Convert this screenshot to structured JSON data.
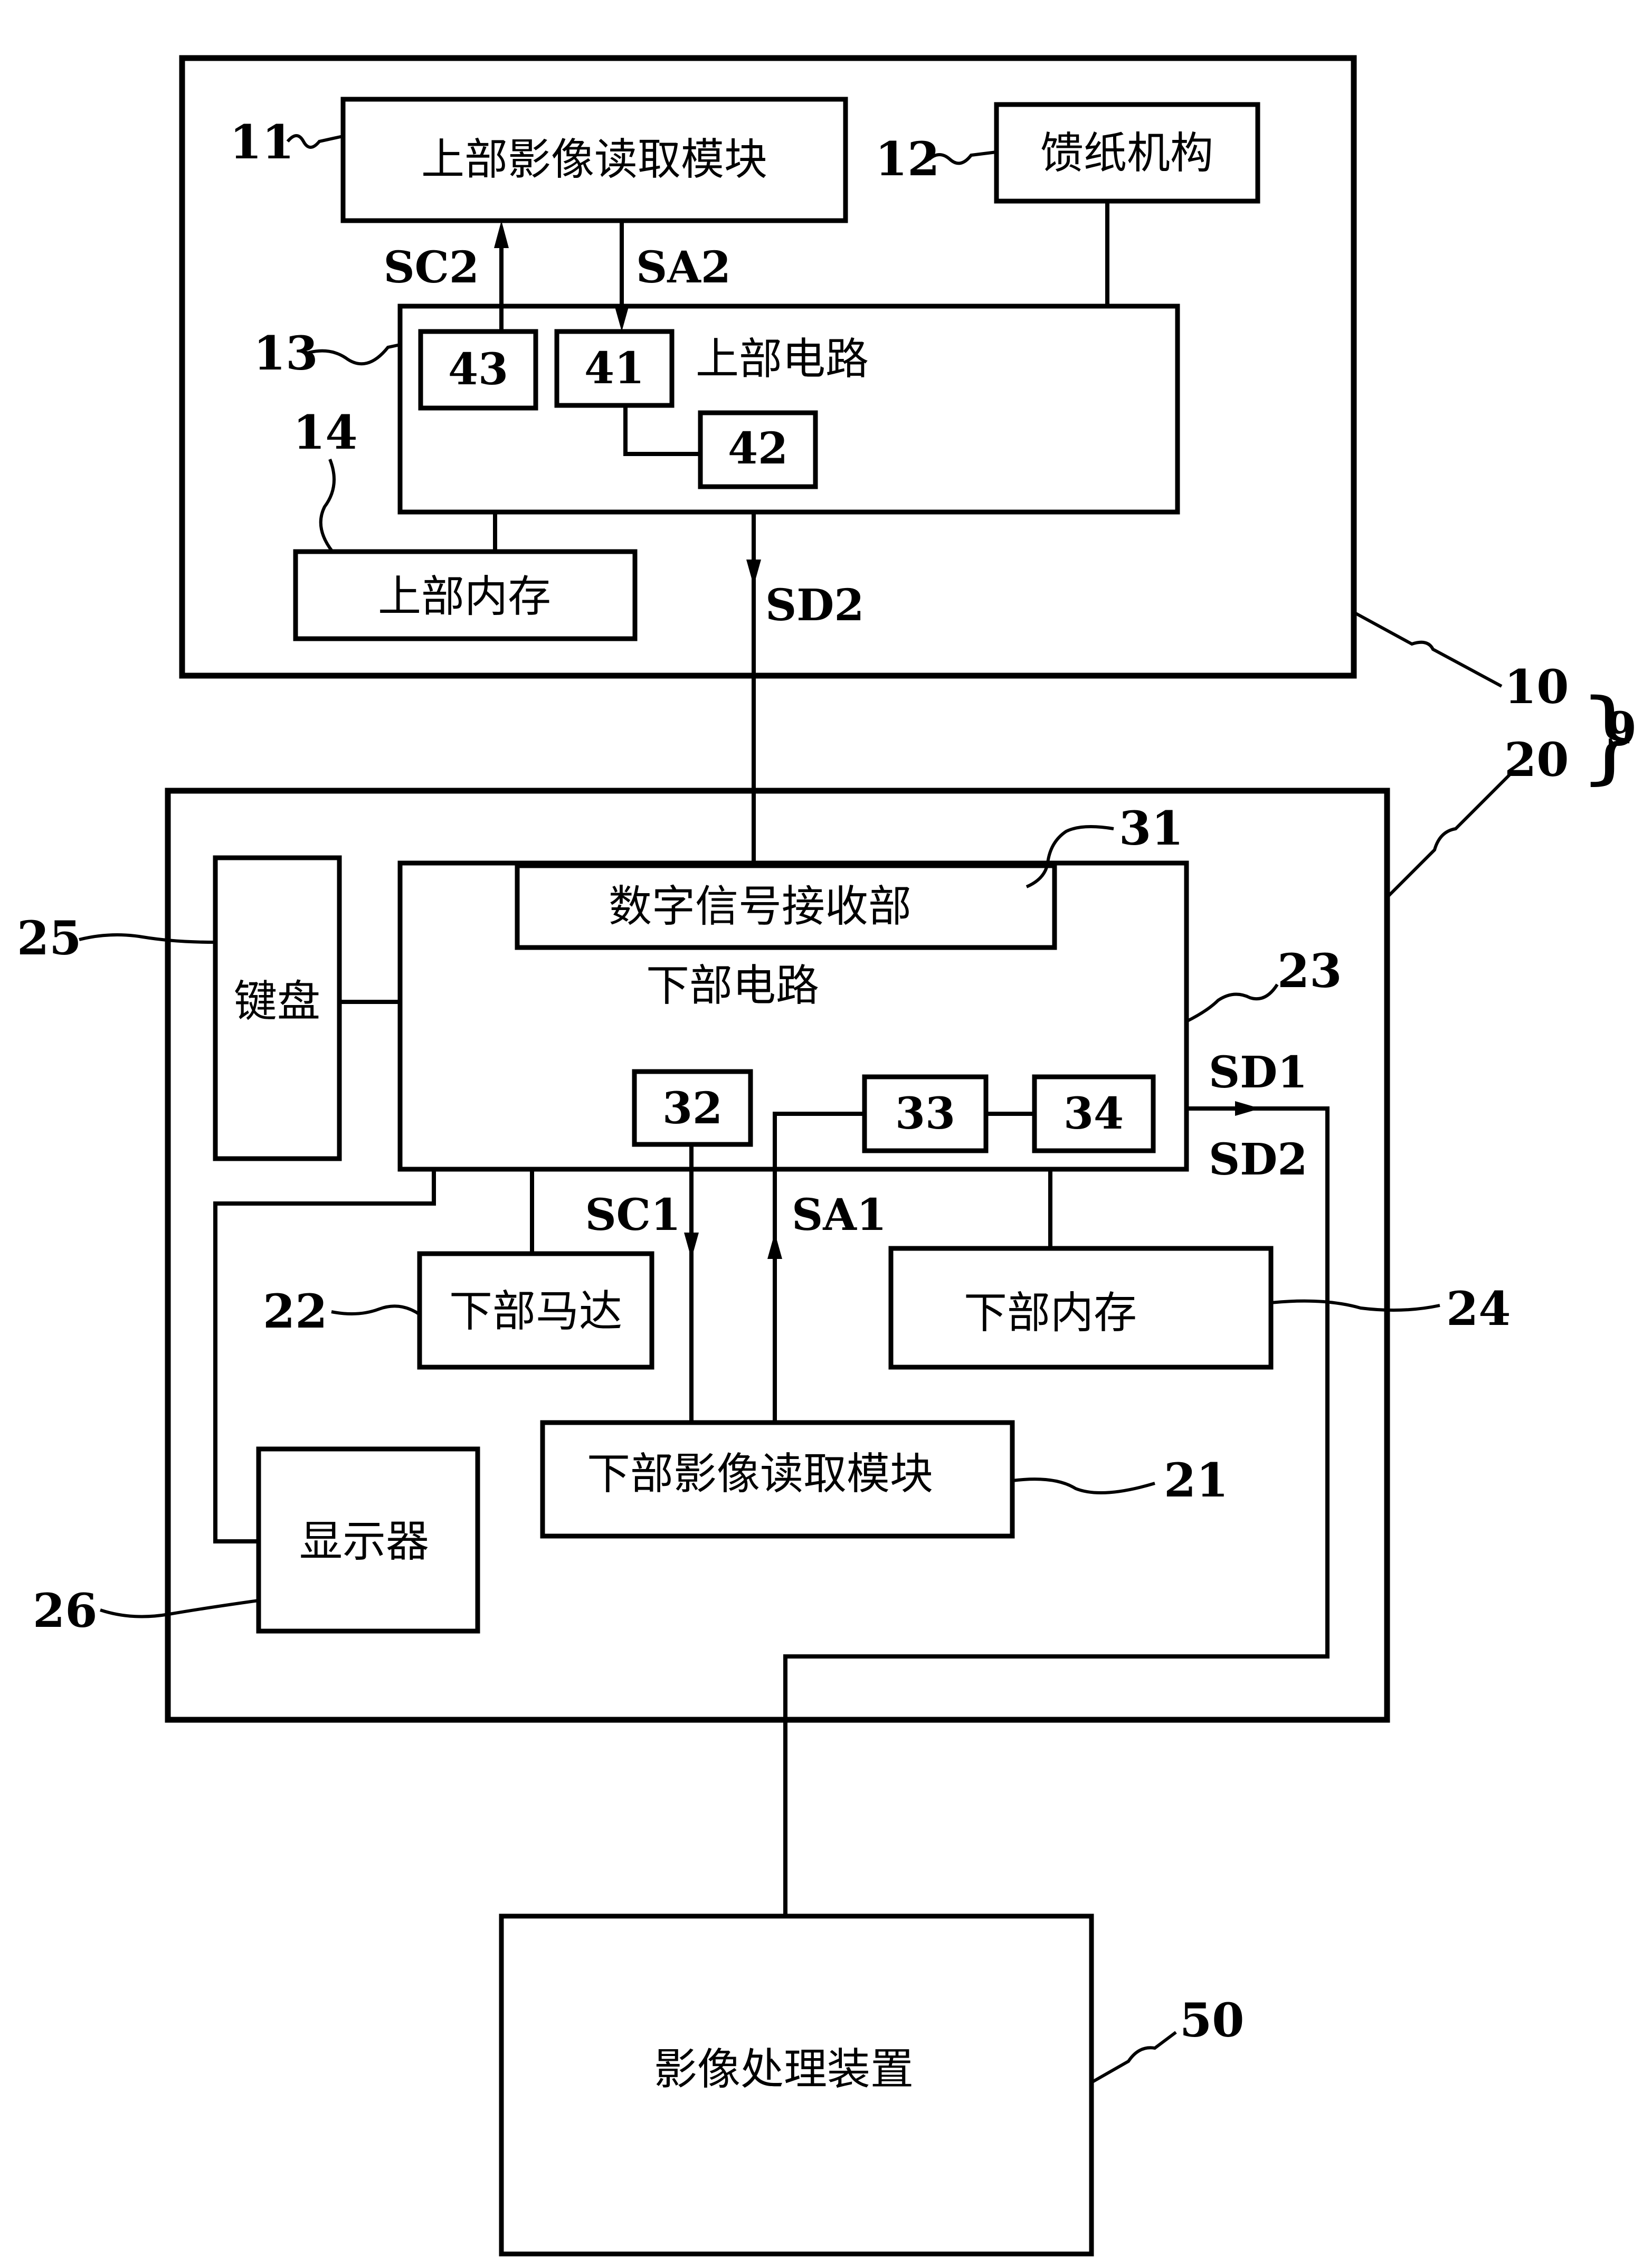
{
  "upper_unit": {
    "ref": "10",
    "image_module": {
      "ref": "11",
      "label": "上部影像读取模块"
    },
    "paper_feed": {
      "ref": "12",
      "label": "馈纸机构"
    },
    "circuit": {
      "ref": "13",
      "label": "上部电路"
    },
    "memory": {
      "ref": "14",
      "label": "上部内存"
    },
    "blocks": {
      "b43": "43",
      "b41": "41",
      "b42": "42"
    },
    "signals": {
      "sc2": "SC2",
      "sa2": "SA2",
      "sd2": "SD2"
    }
  },
  "lower_unit": {
    "ref": "20",
    "image_module": {
      "ref": "21",
      "label": "下部影像读取模块"
    },
    "motor": {
      "ref": "22",
      "label": "下部马达"
    },
    "circuit": {
      "ref": "23",
      "label": "下部电路"
    },
    "memory": {
      "ref": "24",
      "label": "下部内存"
    },
    "keyboard": {
      "ref": "25",
      "label": "键盘"
    },
    "display": {
      "ref": "26",
      "label": "显示器"
    },
    "receiver": {
      "ref": "31",
      "label": "数字信号接收部"
    },
    "blocks": {
      "b32": "32",
      "b33": "33",
      "b34": "34"
    },
    "signals": {
      "sc1": "SC1",
      "sa1": "SA1",
      "sd1": "SD1",
      "sd2": "SD2"
    }
  },
  "system_ref": "9",
  "image_processor": {
    "ref": "50",
    "label": "影像处理装置"
  }
}
